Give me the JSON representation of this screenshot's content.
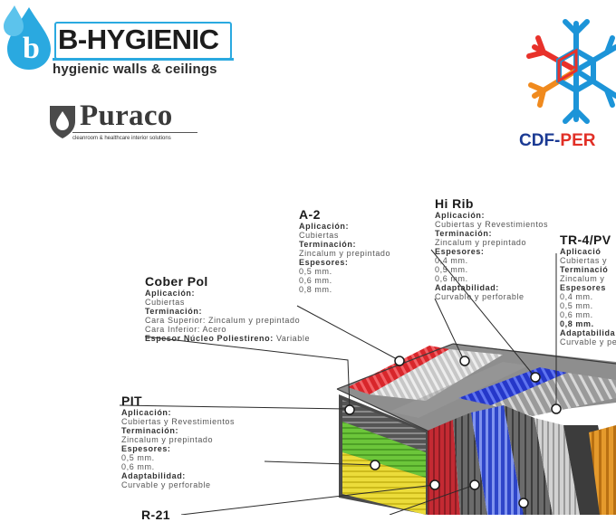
{
  "logos": {
    "bhygienic": {
      "name": "B-HYGIENIC",
      "tagline": "hygienic walls & ceilings",
      "icon": "water-drop-icon"
    },
    "puraco": {
      "name": "Puraco",
      "tagline": "cleanroom & healthcare interior solutions",
      "icon": "shield-drop-icon"
    },
    "cdf": {
      "name_part1": "CDF-",
      "name_part2": "PER",
      "icon": "snowflake-icon"
    }
  },
  "products": {
    "a2": {
      "title": "A-2",
      "lines": [
        {
          "text": "Aplicación:",
          "bold": true
        },
        {
          "text": "Cubiertas",
          "bold": false
        },
        {
          "text": "Terminación:",
          "bold": true
        },
        {
          "text": "Zincalum y prepintado",
          "bold": false
        },
        {
          "text": "Espesores:",
          "bold": true
        },
        {
          "text": "0,5 mm.",
          "bold": false
        },
        {
          "text": "0,6 mm.",
          "bold": false
        },
        {
          "text": "0,8 mm.",
          "bold": false
        }
      ]
    },
    "hirib": {
      "title": "Hi Rib",
      "lines": [
        {
          "text": "Aplicación:",
          "bold": true
        },
        {
          "text": "Cubiertas y Revestimientos",
          "bold": false
        },
        {
          "text": "Terminación:",
          "bold": true
        },
        {
          "text": "Zincalum y prepintado",
          "bold": false
        },
        {
          "text": "Espesores:",
          "bold": true
        },
        {
          "text": "0,4 mm.",
          "bold": false
        },
        {
          "text": "0,5 mm.",
          "bold": false
        },
        {
          "text": "0,6 mm.",
          "bold": false
        },
        {
          "text": "Adaptabilidad:",
          "bold": true
        },
        {
          "text": "Curvable y perforable",
          "bold": false
        }
      ]
    },
    "tr4": {
      "title": "TR-4/PV",
      "lines": [
        {
          "text": "Aplicació",
          "bold": true
        },
        {
          "text": "Cubiertas y",
          "bold": false
        },
        {
          "text": "Terminació",
          "bold": true
        },
        {
          "text": "Zincalum y",
          "bold": false
        },
        {
          "text": "Espesores",
          "bold": true
        },
        {
          "text": "0,4 mm.",
          "bold": false
        },
        {
          "text": "0,5 mm.",
          "bold": false
        },
        {
          "text": "0,6 mm.",
          "bold": false
        },
        {
          "text": "0,8 mm.",
          "bold": true
        },
        {
          "text": "Adaptabilida",
          "bold": true
        },
        {
          "text": "Curvable y pe",
          "bold": false
        }
      ]
    },
    "coberpol": {
      "title": "Cober Pol",
      "lines": [
        {
          "text": "Aplicación:",
          "bold": true
        },
        {
          "text": "Cubiertas",
          "bold": false
        },
        {
          "text": "Terminación:",
          "bold": true
        },
        {
          "text": "Cara Superior: Zincalum y prepintado",
          "bold": false
        },
        {
          "text": "Cara Inferior: Acero",
          "bold": false
        },
        {
          "text": "Espesor Núcleo Poliestireno:",
          "bold": true,
          "suffix": " Variable"
        }
      ]
    },
    "pit": {
      "title": "PIT",
      "lines": [
        {
          "text": "Aplicación:",
          "bold": true
        },
        {
          "text": "Cubiertas y Revestimientos",
          "bold": false
        },
        {
          "text": "Terminación:",
          "bold": true
        },
        {
          "text": "Zincalum y prepintado",
          "bold": false
        },
        {
          "text": "Espesores:",
          "bold": true
        },
        {
          "text": "0,5 mm.",
          "bold": false
        },
        {
          "text": "0,6 mm.",
          "bold": false
        },
        {
          "text": "Adaptabilidad:",
          "bold": true
        },
        {
          "text": "Curvable y perforable",
          "bold": false
        }
      ]
    },
    "r21": {
      "title": "R-21"
    }
  }
}
